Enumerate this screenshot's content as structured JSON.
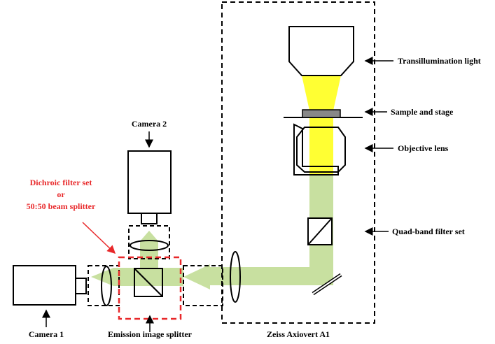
{
  "labels": {
    "camera1": "Camera 1",
    "camera2": "Camera 2",
    "dichroic_line1": "Dichroic filter set",
    "dichroic_line2": "or",
    "dichroic_line3": "50:50 beam splitter",
    "emission_splitter": "Emission image splitter",
    "zeiss": "Zeiss Axiovert A1",
    "transillumination": "Transillumination light",
    "sample_stage": "Sample and stage",
    "objective_lens": "Objective lens",
    "quad_band": "Quad-band filter set"
  },
  "colors": {
    "green_beam": "#c8e0a0",
    "yellow_beam": "#ffff33",
    "red_highlight": "#e8282a",
    "stage_gray": "#888888",
    "line": "#000000"
  }
}
